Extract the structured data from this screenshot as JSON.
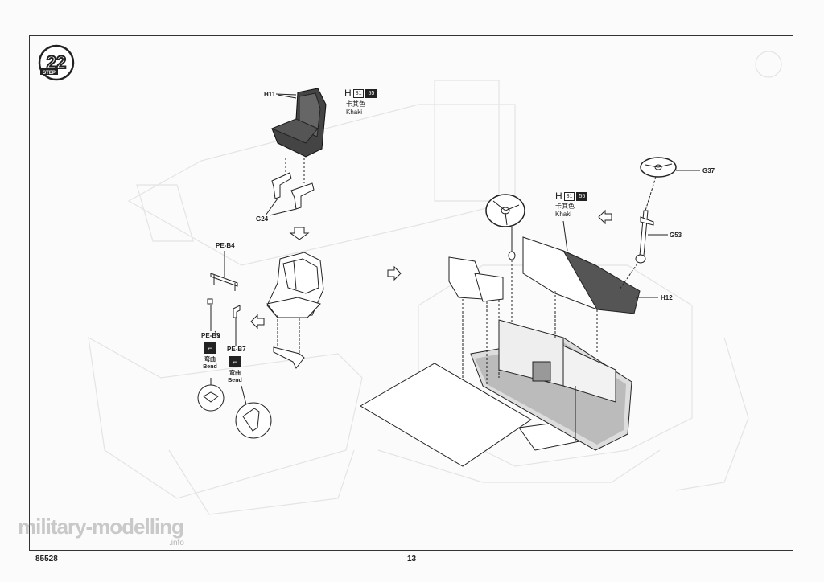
{
  "step": {
    "number": "22",
    "label": "STEP"
  },
  "parts": {
    "h11": "H11",
    "g24": "G24",
    "pe_b4": "PE-B4",
    "pe_b9": "PE-B9",
    "pe_b7": "PE-B7",
    "g37": "G37",
    "g53": "G53",
    "h12": "H12"
  },
  "paint_callouts": [
    {
      "letter": "H",
      "code1": "81",
      "code2": "55",
      "cn": "卡其色",
      "en": "Khaki"
    },
    {
      "letter": "H",
      "code1": "81",
      "code2": "55",
      "cn": "卡其色",
      "en": "Khaki"
    }
  ],
  "bend": {
    "cn": "弯曲",
    "en": "Bend"
  },
  "footer": {
    "kit_number": "85528",
    "page_number": "13"
  },
  "watermark": {
    "main": "military-modelling",
    "sub": ".info"
  }
}
